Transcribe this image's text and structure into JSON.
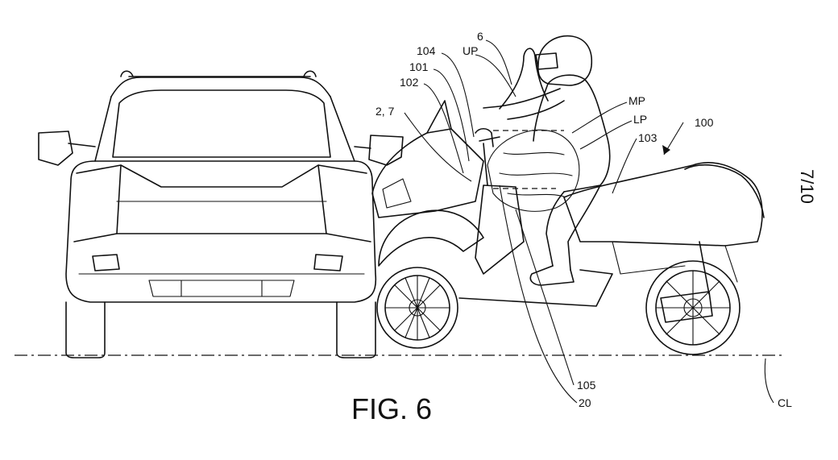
{
  "figure": {
    "caption": "FIG. 6",
    "sheet_number": "7/10"
  },
  "reference_labels": {
    "label_6": "6",
    "label_up": "UP",
    "label_104": "104",
    "label_101": "101",
    "label_102": "102",
    "label_2_7": "2, 7",
    "label_mp": "MP",
    "label_lp": "LP",
    "label_100": "100",
    "label_103": "103",
    "label_105": "105",
    "label_20": "20",
    "label_cl": "CL"
  }
}
